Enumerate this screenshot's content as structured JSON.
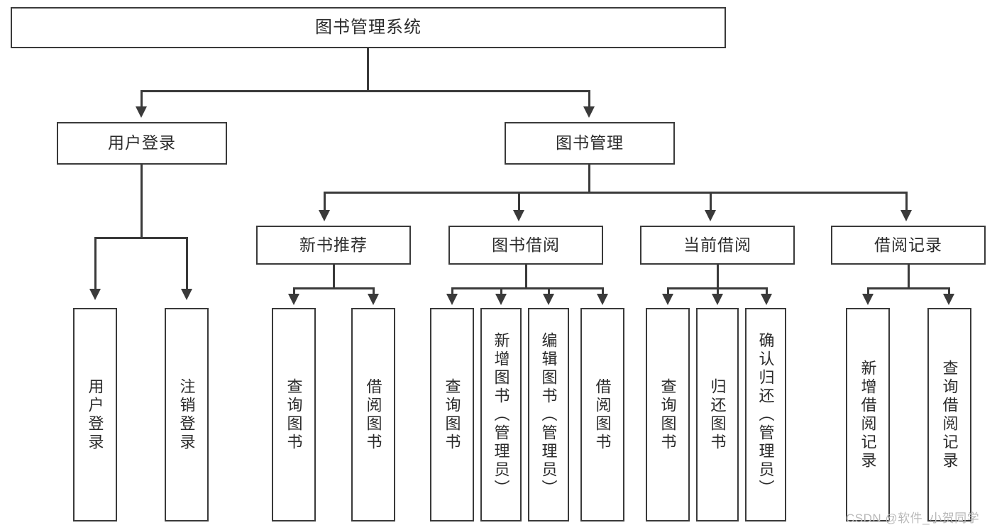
{
  "diagram": {
    "title": "图书管理系统",
    "type": "tree",
    "root": {
      "label": "图书管理系统",
      "children": [
        {
          "label": "用户登录",
          "children": [
            {
              "label": "用户登录"
            },
            {
              "label": "注销登录"
            }
          ]
        },
        {
          "label": "图书管理",
          "children": [
            {
              "label": "新书推荐",
              "children": [
                {
                  "label": "查询图书"
                },
                {
                  "label": "借阅图书"
                }
              ]
            },
            {
              "label": "图书借阅",
              "children": [
                {
                  "label": "查询图书"
                },
                {
                  "label": "新增图书（管理员）"
                },
                {
                  "label": "编辑图书（管理员）"
                },
                {
                  "label": "借阅图书"
                }
              ]
            },
            {
              "label": "当前借阅",
              "children": [
                {
                  "label": "查询图书"
                },
                {
                  "label": "归还图书"
                },
                {
                  "label": "确认归还（管理员）"
                }
              ]
            },
            {
              "label": "借阅记录",
              "children": [
                {
                  "label": "新增借阅记录"
                },
                {
                  "label": "查询借阅记录"
                }
              ]
            }
          ]
        }
      ]
    }
  },
  "nodes": {
    "root": "图书管理系统",
    "user_login": "用户登录",
    "book_manage": "图书管理",
    "new_book_rec": "新书推荐",
    "book_borrow": "图书借阅",
    "current_borrow": "当前借阅",
    "borrow_record": "借阅记录",
    "leaf_user_login": "用户登录",
    "leaf_logout": "注销登录",
    "leaf_query_book_1": "查询图书",
    "leaf_borrow_book_1": "借阅图书",
    "leaf_query_book_2": "查询图书",
    "leaf_add_book": "新增图书（管理员）",
    "leaf_edit_book": "编辑图书（管理员）",
    "leaf_borrow_book_2": "借阅图书",
    "leaf_query_book_3": "查询图书",
    "leaf_return_book": "归还图书",
    "leaf_confirm_return": "确认归还（管理员）",
    "leaf_add_record": "新增借阅记录",
    "leaf_query_record": "查询借阅记录"
  },
  "watermark": {
    "text": "CSDN @软件_小贺同学"
  },
  "colors": {
    "stroke": "#3a3a3a",
    "text": "#2b2b2b",
    "background": "#ffffff",
    "watermark": "#b9b9b9"
  }
}
